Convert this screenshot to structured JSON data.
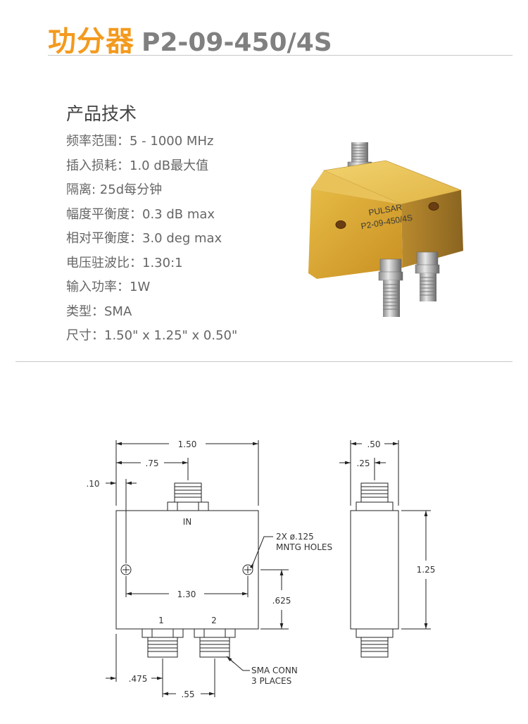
{
  "header": {
    "title_cn": "功分器",
    "model": "P2-09-450/4S"
  },
  "section": {
    "title": "产品技术"
  },
  "specs": [
    "频率范围：5 - 1000 MHz",
    "插入损耗：1.0 dB最大值",
    "隔离: 25d每分钟",
    "幅度平衡度：0.3 dB max",
    "相对平衡度：3.0 deg max",
    "电压驻波比：1.30:1",
    "输入功率：1W",
    "类型：SMA",
    "尺寸：1.50\" x 1.25\" x 0.50\""
  ],
  "product": {
    "brand": "PULSAR",
    "model": "P2-09-450/4S",
    "body_color": "#d9a43a"
  },
  "drawing": {
    "dim_width": "1.50",
    "dim_center": ".75",
    "dim_edge": ".10",
    "port_in": "IN",
    "holes_label_1": "2X ø.125",
    "holes_label_2": "MNTG HOLES",
    "dim_hole_spacing": "1.30",
    "dim_hole_height": ".625",
    "port_1": "1",
    "port_2": "2",
    "conn_label_1": "SMA CONN",
    "conn_label_2": "3 PLACES",
    "dim_port1": ".475",
    "dim_port_spacing": ".55",
    "side_width": ".50",
    "side_center": ".25",
    "side_height": "1.25"
  }
}
